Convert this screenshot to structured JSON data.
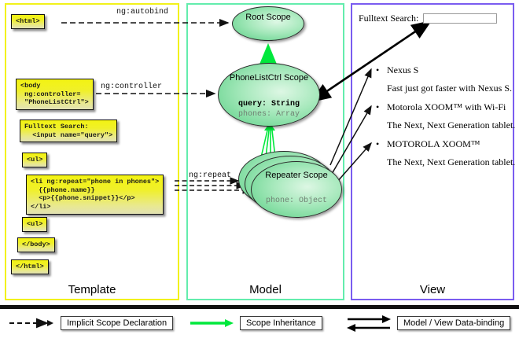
{
  "panels": {
    "template": {
      "label": "Template",
      "border_color": "#f2f21b"
    },
    "model": {
      "label": "Model",
      "border_color": "#63edad"
    },
    "view": {
      "label": "View",
      "border_color": "#7a5cf0"
    }
  },
  "template_boxes": [
    {
      "id": "html",
      "text": "<html>"
    },
    {
      "id": "body",
      "text": "<body\n ng:controller=\n \"PhoneListCtrl\">"
    },
    {
      "id": "search",
      "text": "Fulltext Search:\n  <input name=\"query\">"
    },
    {
      "id": "ul1",
      "text": "<ul>"
    },
    {
      "id": "li",
      "text": "<li ng:repeat=\"phone in phones\">\n  {{phone.name}}\n  <p>{{phone.snippet}}</p>\n</li>"
    },
    {
      "id": "ul2",
      "text": "<ul>"
    },
    {
      "id": "endbody",
      "text": "</body>"
    },
    {
      "id": "endhtml",
      "text": "</html>"
    }
  ],
  "edge_labels": {
    "autobind": "ng:autobind",
    "controller": "ng:controller",
    "repeat": "ng:repeat"
  },
  "scopes": {
    "root": {
      "title": "Root\nScope"
    },
    "phonelist": {
      "title": "PhoneListCtrl\nScope",
      "prop_strong": "query: String",
      "prop_dim": "phones: Array"
    },
    "repeater": {
      "title": "Repeater\nScope",
      "prop_dim": "phone: Object",
      "stack_count": 3
    }
  },
  "view": {
    "search_label": "Fulltext Search:",
    "search_value": "",
    "search_placeholder": "",
    "bullet_glyph": "•",
    "items": [
      {
        "name": "Nexus S",
        "desc": "Fast just got faster with Nexus S."
      },
      {
        "name": "Motorola XOOM™  with Wi-Fi",
        "desc": "The Next, Next Generation tablet."
      },
      {
        "name": "MOTOROLA XOOM™",
        "desc": "The Next, Next Generation tablet."
      }
    ]
  },
  "legend": [
    {
      "id": "implicit",
      "label": "Implicit Scope Declaration",
      "arrow": "dashed-black"
    },
    {
      "id": "inheritance",
      "label": "Scope Inheritance",
      "arrow": "solid-green"
    },
    {
      "id": "databinding",
      "label": "Model / View Data-binding",
      "arrow": "double-black"
    }
  ],
  "colors": {
    "yellow_box": "#f0f02a",
    "green_scope": "#a8e9bd",
    "inheritance_green": "#00e83c",
    "template_border": "#f2f21b",
    "model_border": "#63edad",
    "view_border": "#7a5cf0"
  }
}
